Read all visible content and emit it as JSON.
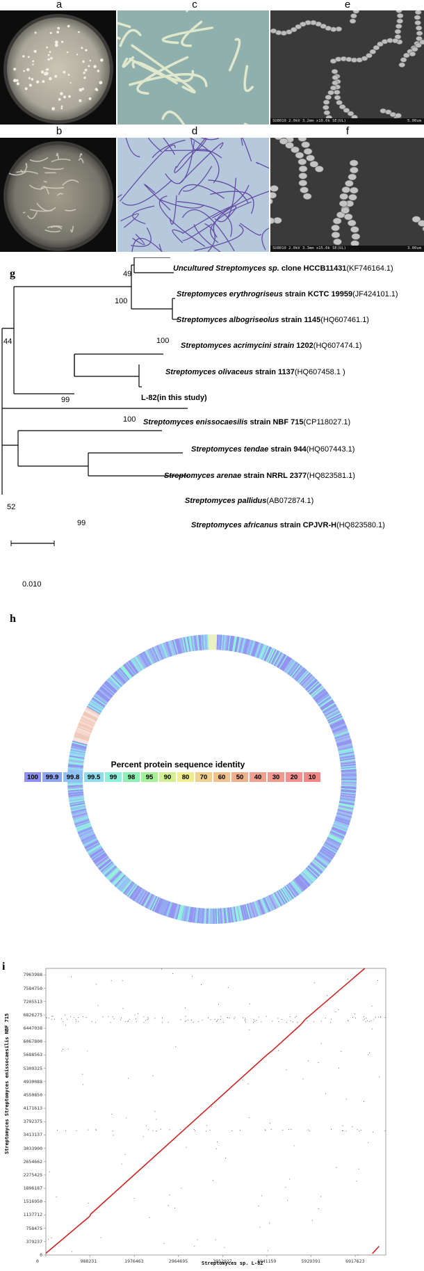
{
  "panels": {
    "a": "a",
    "b": "b",
    "c": "c",
    "d": "d",
    "e": "e",
    "f": "f",
    "g": "g",
    "h": "h",
    "i": "i"
  },
  "sem": {
    "e_info": "SU8010 2.0kV 3.2mm x10.0k SE(UL)",
    "e_scale": "5.00um",
    "f_info": "SU8010 2.0kV 3.3mm x15.0k SE(UL)",
    "f_scale": "3.00um"
  },
  "tree": {
    "leaves": [
      {
        "name_bold_italic": "Uncultured Streptomyces sp.",
        "name_bold": " clone HCCB11431",
        "accession": "(KF746164.1)"
      },
      {
        "name_bold_italic": "Streptomyces erythrogriseus",
        "name_bold": " strain KCTC 19959",
        "accession": "(JF424101.1)"
      },
      {
        "name_bold_italic": "Streptomyces albogriseolus",
        "name_bold": " strain 1145",
        "accession": "(HQ607461.1)"
      },
      {
        "name_bold_italic": "Streptomyces acrimycini strain",
        "name_bold": " 1202",
        "accession": "(HQ607474.1)"
      },
      {
        "name_bold_italic": "Streptomyces olivaceus",
        "name_bold": " strain 1137",
        "accession": "(HQ607458.1 )"
      },
      {
        "name_bold_italic": "",
        "name_bold": "L-82(in this study)",
        "accession": ""
      },
      {
        "name_bold_italic": "Streptomyces enissocaesilis",
        "name_bold": " strain NBF 715",
        "accession": "(CP118027.1)"
      },
      {
        "name_bold_italic": "Streptomyces tendae",
        "name_bold": " strain 944",
        "accession": "(HQ607443.1)"
      },
      {
        "name_bold_italic": "Streptomyces arenae",
        "name_bold": " strain NRRL 2377",
        "accession": "(HQ823581.1)"
      },
      {
        "name_bold_italic": "Streptomyces pallidus",
        "name_bold": "",
        "accession": "(AB072874.1)"
      },
      {
        "name_bold_italic": "Streptomyces africanus",
        "name_bold": " strain CPJVR-H",
        "accession": "(HQ823580.1)"
      }
    ],
    "bootstraps": [
      "49",
      "100",
      "100",
      "44",
      "99",
      "100",
      "52",
      "99"
    ],
    "scale_bar": "0.010"
  },
  "ring": {
    "legend_title": "Percent protein sequence identity",
    "legend": [
      {
        "label": "100",
        "color": "#8f8ff0"
      },
      {
        "label": "99.9",
        "color": "#8fa6f2"
      },
      {
        "label": "99.8",
        "color": "#8fc2f2"
      },
      {
        "label": "99.5",
        "color": "#8fdcec"
      },
      {
        "label": "99",
        "color": "#8ff0dc"
      },
      {
        "label": "98",
        "color": "#8ff0b4"
      },
      {
        "label": "95",
        "color": "#a6f09a"
      },
      {
        "label": "90",
        "color": "#d2f08f"
      },
      {
        "label": "80",
        "color": "#f0ec8f"
      },
      {
        "label": "70",
        "color": "#f0d08f"
      },
      {
        "label": "60",
        "color": "#f0c08f"
      },
      {
        "label": "50",
        "color": "#f0b08f"
      },
      {
        "label": "40",
        "color": "#f0a08f"
      },
      {
        "label": "30",
        "color": "#f09a8f"
      },
      {
        "label": "20",
        "color": "#f09090"
      },
      {
        "label": "10",
        "color": "#f08888"
      }
    ]
  },
  "chart_data": {
    "type": "scatter",
    "xlabel": "Streptomyces  sp. L-82",
    "ylabel": "Streptomyces Streptomyces enissocaesilis  NBF 715",
    "x_ticks": [
      "0",
      "988231",
      "1976463",
      "2964695",
      "3952927",
      "4941159",
      "5929391",
      "6917623"
    ],
    "y_ticks": [
      "0",
      "379237",
      "758475",
      "1137712",
      "1516950",
      "1896187",
      "2275425",
      "2654662",
      "3033900",
      "3413137",
      "3792375",
      "4171613",
      "4550850",
      "4930088",
      "5309325",
      "5688563",
      "6067800",
      "6447038",
      "6826275",
      "7205513",
      "7584750",
      "7963988"
    ],
    "xlim": [
      0,
      7600000
    ],
    "ylim": [
      0,
      8150000
    ],
    "series": [
      {
        "values": [
          [
            0,
            50000
          ],
          [
            980000,
            1100000
          ],
          [
            1000000,
            1160000
          ],
          [
            4950000,
            5700000
          ],
          [
            5050000,
            5800000
          ],
          [
            5700000,
            6550000
          ],
          [
            5800000,
            6700000
          ],
          [
            7130000,
            8150000
          ]
        ]
      }
    ],
    "line_color": "#cc2222"
  }
}
